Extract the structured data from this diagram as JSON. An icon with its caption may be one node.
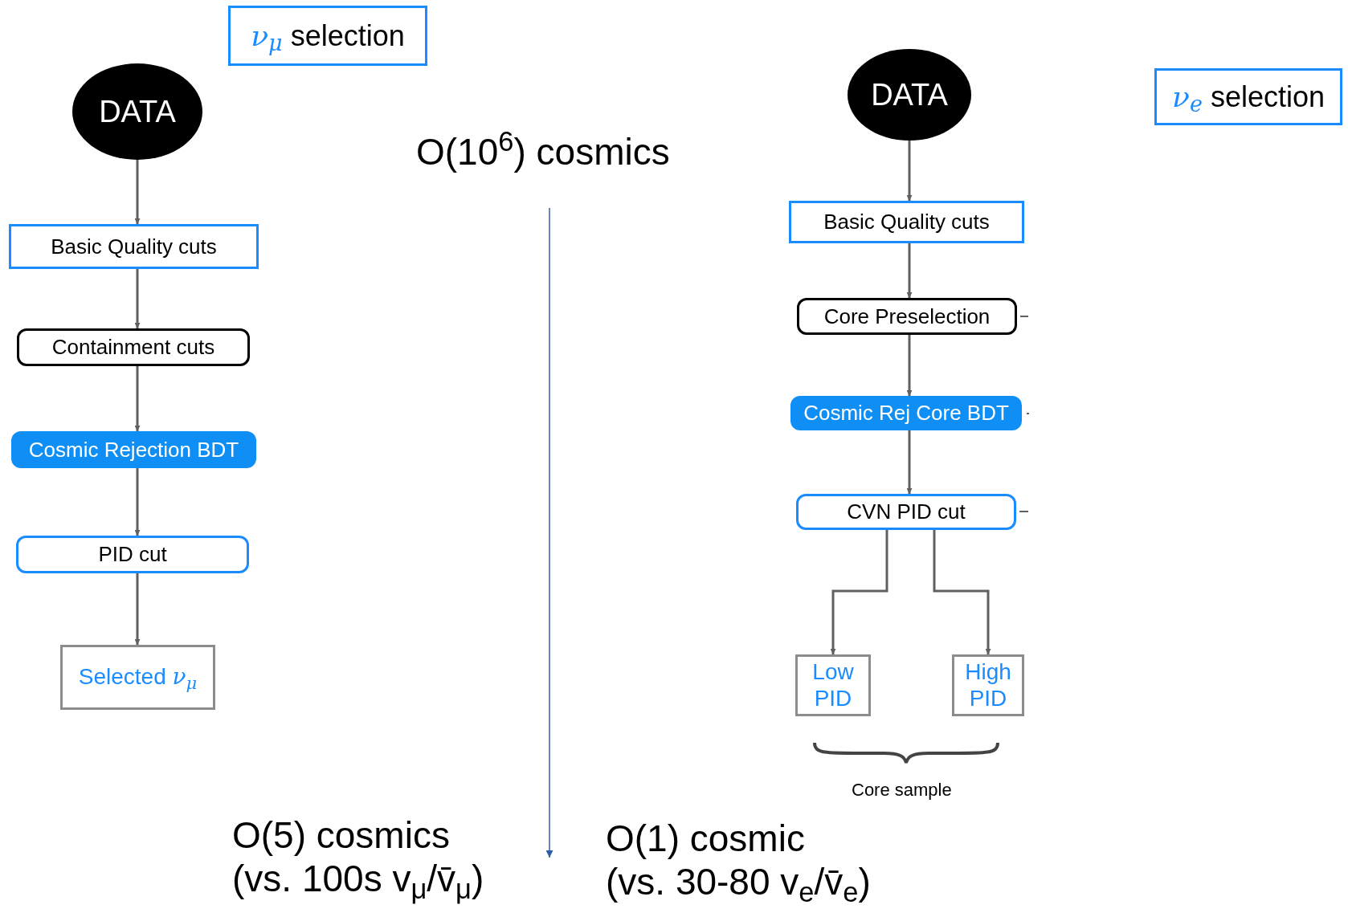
{
  "diagram": {
    "nodes": [
      {
        "text": [
          "*ν$_{μ}$* selection"
        ]
      },
      {
        "text": [
          "DATA"
        ]
      },
      {
        "text": [
          "Basic Quality cuts"
        ]
      },
      {
        "text": [
          "Containment cuts"
        ]
      },
      {
        "text": [
          "Cosmic Rejection BDT"
        ]
      },
      {
        "text": [
          "PID cut"
        ]
      },
      {
        "text": [
          "Selected *ν$_{μ}$*"
        ]
      },
      {
        "text": [
          "*ν$_{e}$* selection"
        ]
      },
      {
        "text": [
          "DATA"
        ]
      },
      {
        "text": [
          "Basic Quality cuts"
        ]
      },
      {
        "text": [
          "Core Preselection"
        ]
      },
      {
        "text": [
          "Cosmic Rej Core BDT"
        ]
      },
      {
        "text": [
          "CVN PID cut"
        ]
      },
      {
        "text": [
          "Low PID"
        ]
      },
      {
        "text": [
          "High PID"
        ]
      }
    ],
    "edges": [
      {
        "from": 1,
        "to": 2,
        "arrow": "to"
      },
      {
        "from": 2,
        "to": 3,
        "arrow": "to"
      },
      {
        "from": 3,
        "to": 4,
        "arrow": "to"
      },
      {
        "from": 4,
        "to": 5,
        "arrow": "to"
      },
      {
        "from": 5,
        "to": 6,
        "arrow": "to"
      },
      {
        "from": 8,
        "to": 9,
        "arrow": "to"
      },
      {
        "from": 9,
        "to": 10,
        "arrow": "to"
      },
      {
        "from": 10,
        "to": 11,
        "arrow": "to"
      },
      {
        "from": 11,
        "to": 12,
        "arrow": "to"
      },
      {
        "from": 12,
        "to": 13,
        "arrow": "to"
      },
      {
        "from": 12,
        "to": 14,
        "arrow": "to"
      }
    ],
    "labels": [
      "O(10$^{6}$) cosmics",
      "Core sample",
      "O(5) cosmics",
      "(vs. 100s v$_{μ}$/v̄$_{μ}$)",
      "O(1) cosmic",
      "(vs. 30-80 v$_{e}$/v̄$_{e}$)"
    ]
  }
}
